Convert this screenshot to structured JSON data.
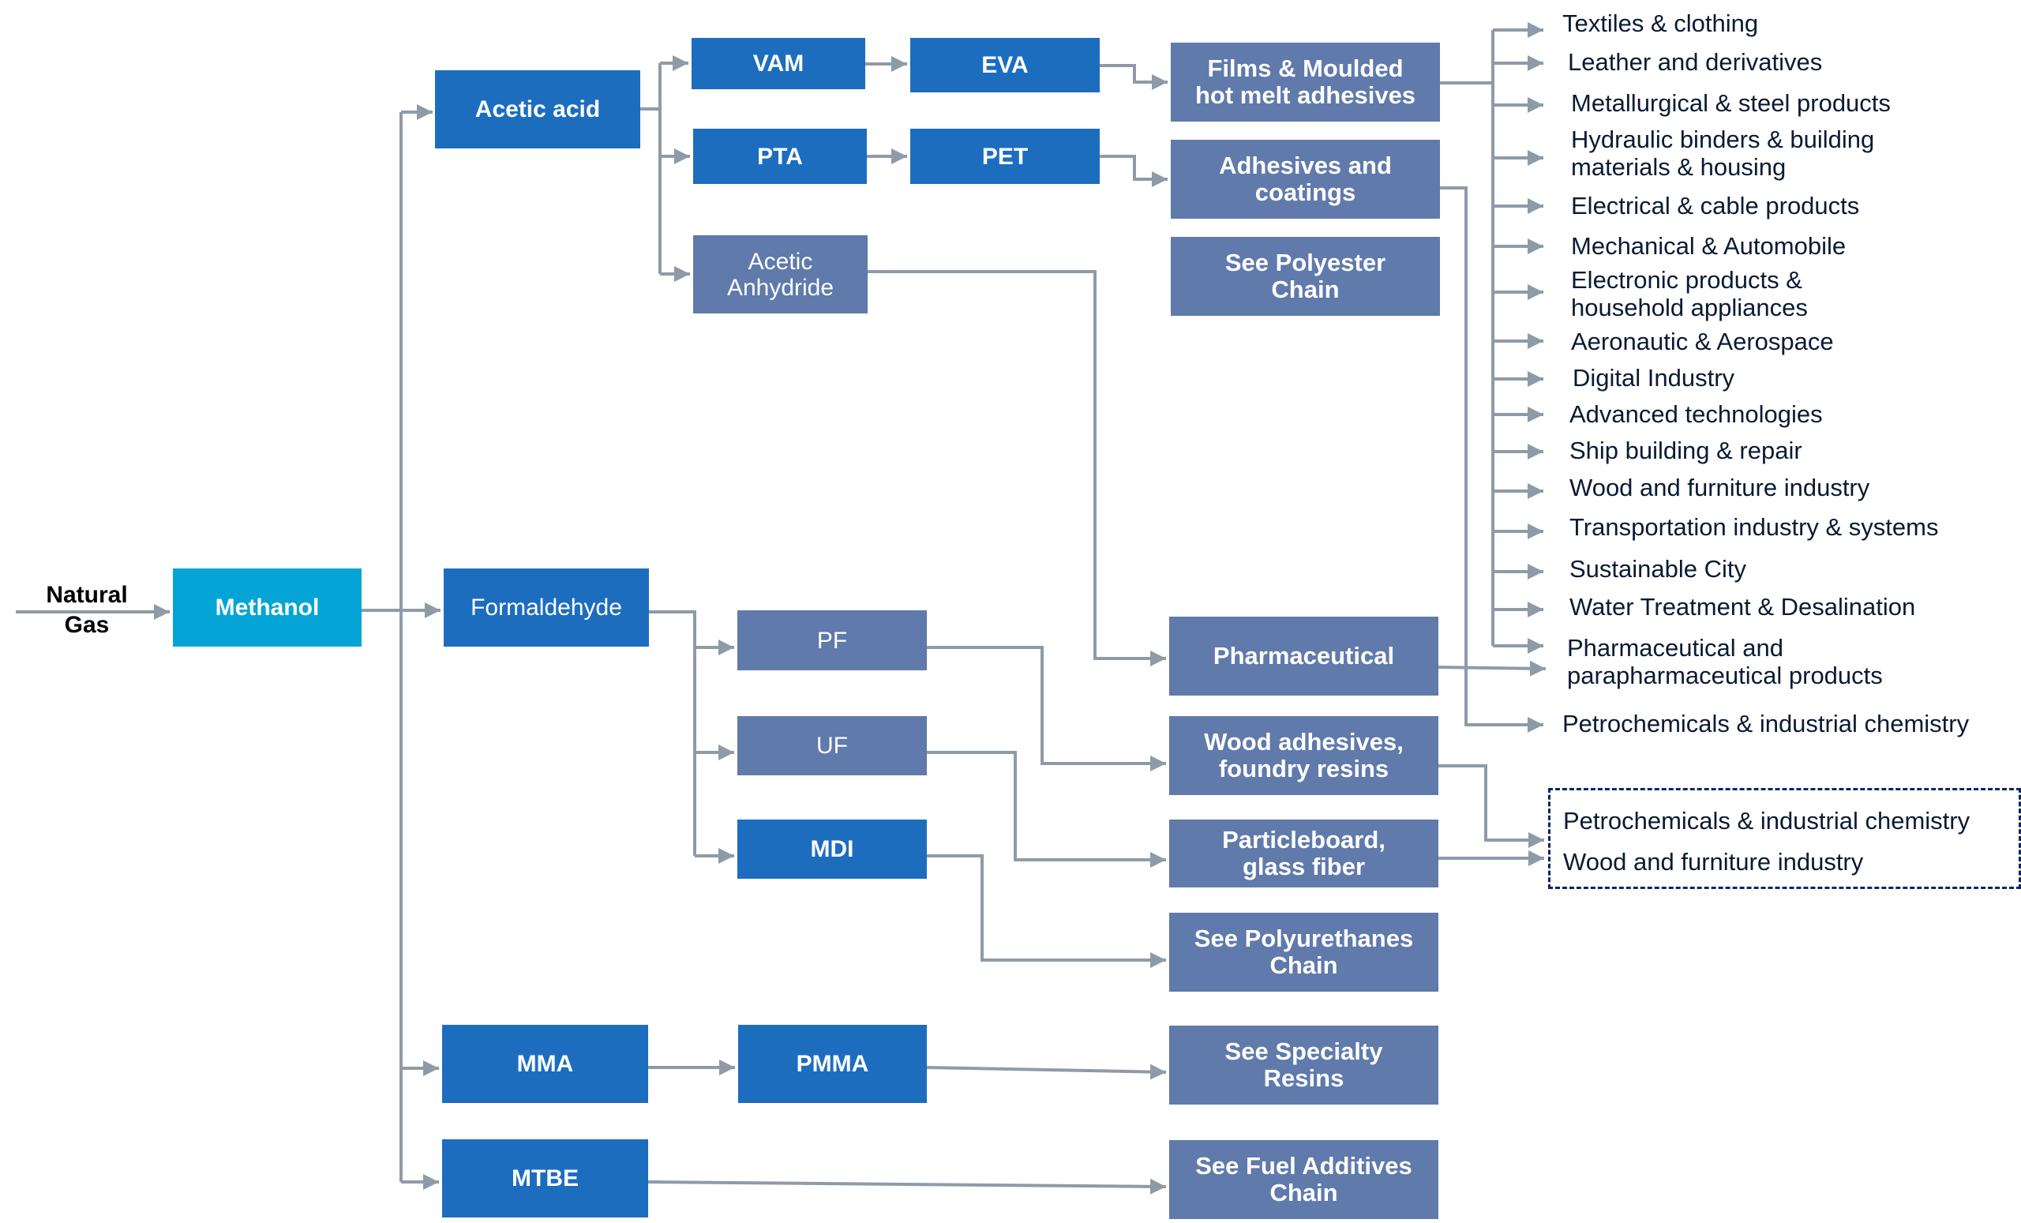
{
  "title": "Methanol value chain",
  "input": {
    "label": "Natural\nGas"
  },
  "source": {
    "label": "Methanol"
  },
  "first_derivatives": {
    "acetic_acid": "Acetic acid",
    "formaldehyde": "Formaldehyde",
    "mma": "MMA",
    "mtbe": "MTBE"
  },
  "second_derivatives": {
    "vam": "VAM",
    "pta": "PTA",
    "acetic_anhydride": "Acetic\nAnhydride",
    "pf": "PF",
    "uf": "UF",
    "mdi": "MDI",
    "pmma": "PMMA"
  },
  "third_derivatives": {
    "eva": "EVA",
    "pet": "PET"
  },
  "applications": {
    "films": "Films & Moulded\nhot melt adhesives",
    "adhesives_coatings": "Adhesives and\ncoatings",
    "polyester": "See Polyester\nChain",
    "pharmaceutical": "Pharmaceutical",
    "wood_adhesives": "Wood adhesives,\nfoundry resins",
    "particleboard": "Particleboard,\nglass fiber",
    "polyurethanes": "See Polyurethanes\nChain",
    "specialty_resins": "See Specialty\nResins",
    "fuel_additives": "See Fuel Additives\nChain"
  },
  "end_markets": [
    "Textiles & clothing",
    "Leather and derivatives",
    "Metallurgical & steel products",
    "Hydraulic binders & building\nmaterials & housing",
    "Electrical & cable products",
    "Mechanical & Automobile",
    "Electronic products &\nhousehold appliances",
    "Aeronautic & Aerospace",
    "Digital Industry",
    "Advanced technologies",
    "Ship building & repair",
    "Wood and furniture industry",
    "Transportation industry & systems",
    "Sustainable City",
    "Water Treatment & Desalination",
    "Pharmaceutical and\nparapharmaceutical products",
    "Petrochemicals & industrial chemistry"
  ],
  "grouped_markets": [
    "Petrochemicals  & industrial chemistry",
    "Wood and furniture industry"
  ],
  "colors": {
    "source": "#04a5d6",
    "primary": "#1d6dbf",
    "secondary": "#5f7aab",
    "connector": "#8e9ba7",
    "dashed_border": "#0d2660",
    "text_dark": "#0b1a33"
  }
}
